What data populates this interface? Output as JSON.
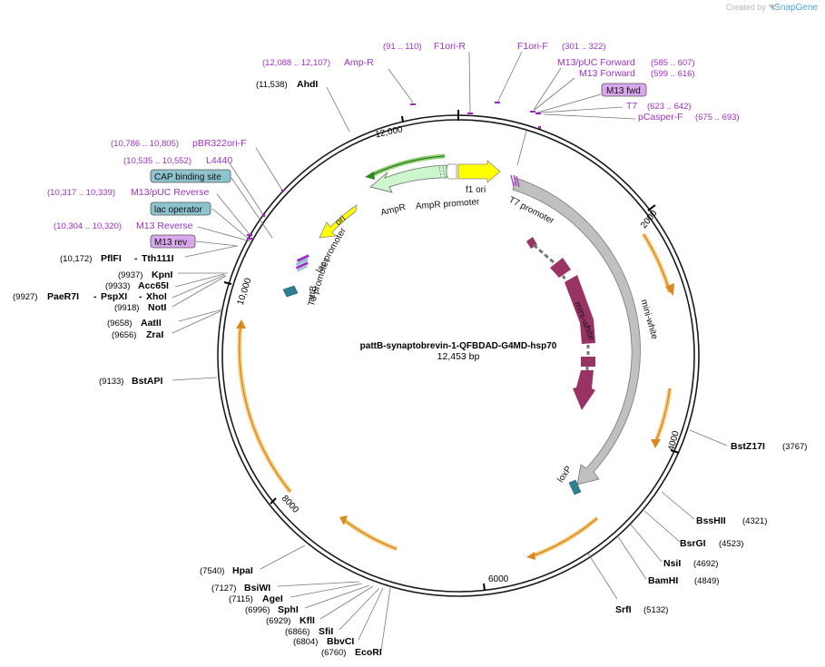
{
  "credit": {
    "prefix": "Created by",
    "brand": "SnapGene"
  },
  "plasmid": {
    "name": "pattB-synaptobrevin-1-QFBDAD-G4MD-hsp70",
    "length_label": "12,453 bp",
    "length": 12453
  },
  "ticks": [
    "2000",
    "4000",
    "6000",
    "8000",
    "10,000",
    "12,000"
  ],
  "primers": [
    {
      "name": "Amp-R",
      "pos": "(12,088 .. 12,107)"
    },
    {
      "name": "F1ori-R",
      "pos": "(91 .. 110)"
    },
    {
      "name": "F1ori-F",
      "pos": "(301 .. 322)"
    },
    {
      "name": "M13/pUC Forward",
      "pos": "(585 .. 607)"
    },
    {
      "name": "M13 Forward",
      "pos": "(599 .. 616)"
    },
    {
      "name": "T7",
      "pos": "(623 .. 642)"
    },
    {
      "name": "pCasper-F",
      "pos": "(675 .. 693)"
    },
    {
      "name": "pBR322ori-F",
      "pos": "(10,786 .. 10,805)"
    },
    {
      "name": "L4440",
      "pos": "(10,535 .. 10,552)"
    },
    {
      "name": "M13/pUC Reverse",
      "pos": "(10,317 .. 10,339)"
    },
    {
      "name": "M13 Reverse",
      "pos": "(10,304 .. 10,320)"
    }
  ],
  "boxed_features": [
    {
      "name": "M13 fwd",
      "color": "#d9a8ec"
    },
    {
      "name": "CAP binding site",
      "color": "#8cc3cf"
    },
    {
      "name": "lac operator",
      "color": "#8cc3cf"
    },
    {
      "name": "M13 rev",
      "color": "#d9a8ec"
    }
  ],
  "enzymes": [
    {
      "name": "AhdI",
      "pos": "(11,538)"
    },
    {
      "name": "PflFI",
      "pos": "(10,172)"
    },
    {
      "name": "Tth111I",
      "pos": ""
    },
    {
      "name": "KpnI",
      "pos": "(9937)"
    },
    {
      "name": "Acc65I",
      "pos": "(9933)"
    },
    {
      "name": "PaeR7I",
      "pos": "(9927)"
    },
    {
      "name": "PspXI",
      "pos": ""
    },
    {
      "name": "XhoI",
      "pos": ""
    },
    {
      "name": "NotI",
      "pos": "(9918)"
    },
    {
      "name": "AatII",
      "pos": "(9658)"
    },
    {
      "name": "ZraI",
      "pos": "(9656)"
    },
    {
      "name": "BstAPI",
      "pos": "(9133)"
    },
    {
      "name": "HpaI",
      "pos": "(7540)"
    },
    {
      "name": "BsiWI",
      "pos": "(7127)"
    },
    {
      "name": "AgeI",
      "pos": "(7115)"
    },
    {
      "name": "SphI",
      "pos": "(6996)"
    },
    {
      "name": "KflI",
      "pos": "(6929)"
    },
    {
      "name": "SfiI",
      "pos": "(6866)"
    },
    {
      "name": "BbvCI",
      "pos": "(6804)"
    },
    {
      "name": "EcoRI",
      "pos": "(6760)"
    },
    {
      "name": "BstZ17I",
      "pos": "(3767)"
    },
    {
      "name": "BssHII",
      "pos": "(4321)"
    },
    {
      "name": "BsrGI",
      "pos": "(4523)"
    },
    {
      "name": "NsiI",
      "pos": "(4692)"
    },
    {
      "name": "BamHI",
      "pos": "(4849)"
    },
    {
      "name": "SrfI",
      "pos": "(5132)"
    }
  ],
  "features": {
    "f1_ori": "f1 ori",
    "ampr": "AmpR",
    "ampr_promoter": "AmpR promoter",
    "t7_promoter": "T7 promoter",
    "ori": "ori",
    "lac_promoter": "lac promoter",
    "attb": "attB",
    "t3_promoter": "T3 promoter",
    "mini_white_inner": "mini-white",
    "mini_white_outer": "mini-white",
    "loxp": "loxP"
  },
  "colors": {
    "backbone": "#1a1a1a",
    "primer": "#a030c8",
    "f1ori": "#ffff00",
    "ampr": "#ccf7cc",
    "ampr_promoter": "#ffffff",
    "ori": "#ffff00",
    "grey_feature": "#c0c0c0",
    "mini_white": "#993366",
    "orf": "#e8a030",
    "loxp": "#2f7f8f",
    "attb": "#2f7f8f",
    "primer_marker": "#a020c0"
  }
}
